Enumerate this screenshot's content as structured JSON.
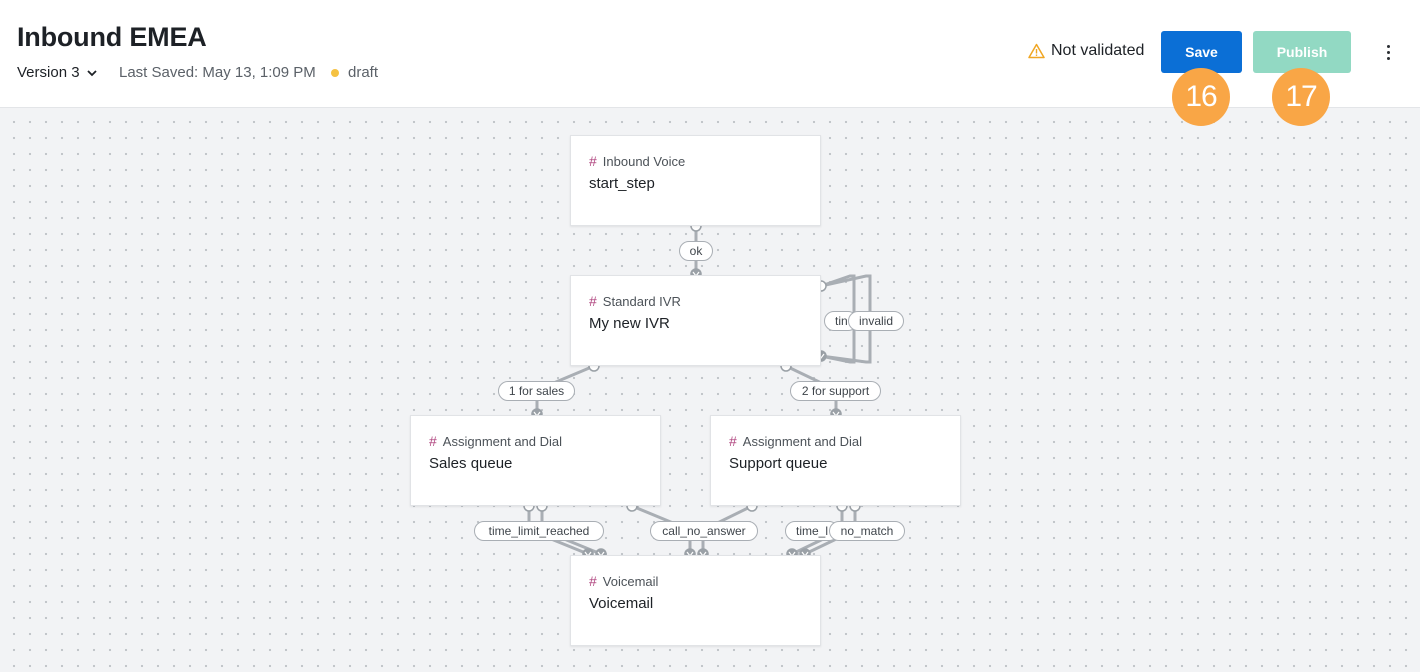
{
  "header": {
    "flow_title": "Inbound EMEA",
    "version_label": "Version 3",
    "last_saved": "Last Saved: May 13, 1:09 PM",
    "status": "draft",
    "status_color": "#f5c242",
    "validation": "Not validated",
    "save_label": "Save",
    "publish_label": "Publish",
    "accent_color": "#0b6fd6"
  },
  "callouts": {
    "save": "16",
    "publish": "17"
  },
  "nodes": {
    "inbound": {
      "type": "Inbound Voice",
      "name": "start_step"
    },
    "ivr": {
      "type": "Standard IVR",
      "name": "My new IVR"
    },
    "sales": {
      "type": "Assignment and Dial",
      "name": "Sales queue"
    },
    "support": {
      "type": "Assignment and Dial",
      "name": "Support queue"
    },
    "voicemail": {
      "type": "Voicemail",
      "name": "Voicemail"
    }
  },
  "edge_labels": {
    "ok": "ok",
    "timeout_partial": "tin",
    "invalid": "invalid",
    "sales": "1 for sales",
    "support": "2 for support",
    "sales_time_limit": "time_limit_reached",
    "call_no_answer": "call_no_answer",
    "support_time_limit_partial": "time_l",
    "no_match": "no_match"
  }
}
